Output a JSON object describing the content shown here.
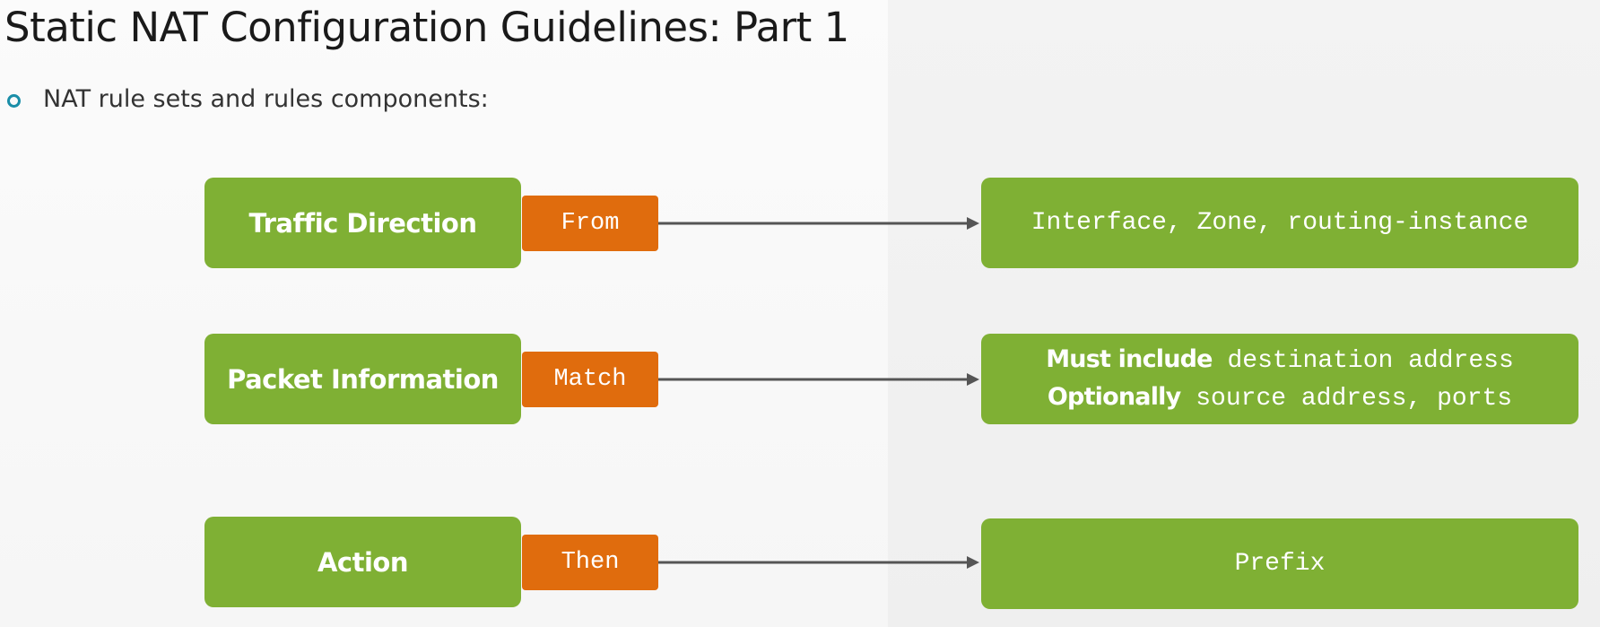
{
  "title": "Static NAT Configuration Guidelines: Part 1",
  "bullet": "NAT rule sets and rules components:",
  "rows": [
    {
      "component": "Traffic Direction",
      "keyword": "From",
      "detail": "Interface, Zone, routing-instance"
    },
    {
      "component": "Packet Information",
      "keyword": "Match",
      "detail_line1_bold": "Must include",
      "detail_line1_mono": "destination address",
      "detail_line2_bold": "Optionally",
      "detail_line2_mono": "source address, ports"
    },
    {
      "component": "Action",
      "keyword": "Then",
      "detail": "Prefix"
    }
  ],
  "colors": {
    "component_box": "#7fb034",
    "keyword_box": "#e06c0d",
    "arrow": "#555555",
    "bullet": "#1a8ea8"
  }
}
